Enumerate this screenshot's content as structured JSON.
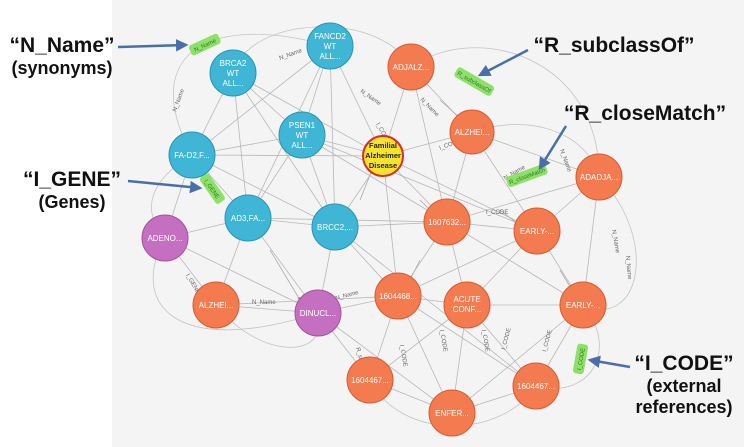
{
  "callouts": {
    "n_name": {
      "title": "“N_Name”",
      "subtitle": "(synonyms)"
    },
    "r_subclassof": {
      "title": "“R_subclassOf”"
    },
    "r_closematch": {
      "title": "“R_closeMatch”"
    },
    "i_gene": {
      "title": "“I_GENE”",
      "subtitle": "(Genes)"
    },
    "i_code": {
      "title": "“I_CODE”",
      "subtitle": "(external",
      "subtitle2": "references)"
    }
  },
  "colors": {
    "gene": "#3fb6d6",
    "concept": "#f47a4f",
    "other": "#c46fbf",
    "focus": "#f7e32a",
    "focus_ring": "#d92b2b",
    "tag": "#8ee06a",
    "arrow": "#4a6ea8"
  },
  "nodes": {
    "brca2": {
      "l1": "BRCA2",
      "l2": "WT",
      "l3": "ALL..."
    },
    "fancd2": {
      "l1": "FANCD2",
      "l2": "WT",
      "l3": "ALL..."
    },
    "fad2": {
      "l1": "FA-D2,F..."
    },
    "psen1": {
      "l1": "PSEN1",
      "l2": "WT",
      "l3": "ALL..."
    },
    "focus": {
      "l1": "Familial",
      "l2": "Alzheimer",
      "l3": "Disease"
    },
    "ad3fa": {
      "l1": "AD3,FA..."
    },
    "brcc2": {
      "l1": "BRCC2,..."
    },
    "adeno": {
      "l1": "ADENO..."
    },
    "adjalz": {
      "l1": "ADJALZ..."
    },
    "alzhei1": {
      "l1": "ALZHEI..."
    },
    "adadja": {
      "l1": "ADADJA..."
    },
    "n1607632": {
      "l1": "1607632..."
    },
    "early1": {
      "l1": "EARLY-..."
    },
    "alzhei2": {
      "l1": "ALZHEI..."
    },
    "dinucl": {
      "l1": "DINUCL..."
    },
    "n1604468": {
      "l1": "1604468..."
    },
    "acute": {
      "l1": "ACUTE",
      "l2": "CONF..."
    },
    "early2": {
      "l1": "EARLY-..."
    },
    "n1604467a": {
      "l1": "1604467..."
    },
    "n1604467b": {
      "l1": "1604467..."
    },
    "enfer": {
      "l1": "ENFER..."
    }
  },
  "tags": {
    "nname": "N_Name",
    "subclass": "R_subclassOf",
    "closematch": "R_closeMatch",
    "gene": "I_GENE",
    "code": "I_CODE"
  },
  "edge_labels": {
    "n_name": "N_Name",
    "i_code": "I_CODE",
    "i_gene": "I_GENE",
    "r_sub": "R_subc..."
  }
}
